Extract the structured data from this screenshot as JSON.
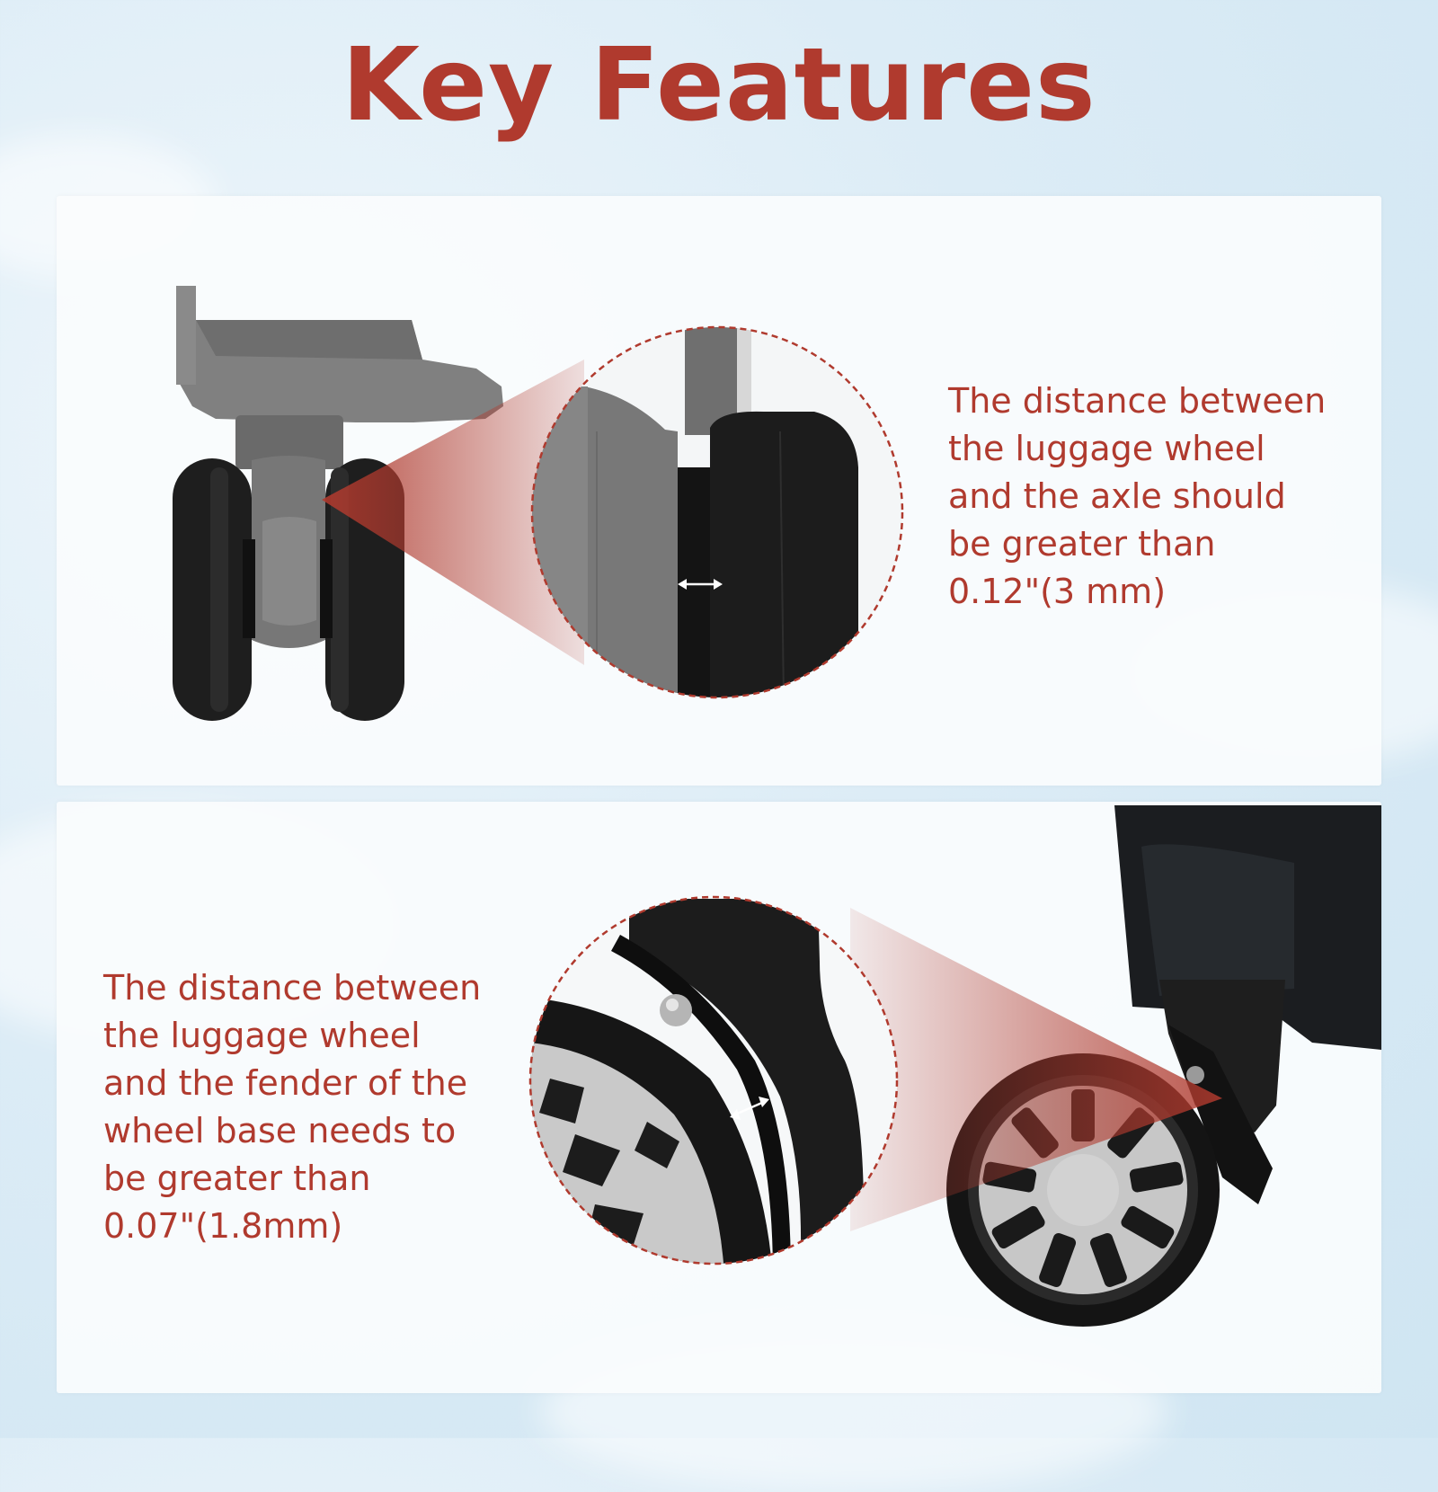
{
  "title": "Key Features",
  "features": [
    {
      "lines": [
        "The distance between",
        "the luggage wheel",
        "and the axle should",
        "be greater than",
        "0.12\"(3 mm)"
      ]
    },
    {
      "lines": [
        "The distance between",
        "the luggage wheel",
        "and the fender of the",
        "wheel base needs to",
        "be greater than",
        "0.07\"(1.8mm)"
      ]
    }
  ],
  "colors": {
    "accent": "#b03a2e",
    "panel": "#fafcfd",
    "wheel": "#1c1c1c",
    "bracket": "#7d7d7d"
  },
  "icons": [
    "double-arrow-icon",
    "zoom-callout-icon"
  ]
}
